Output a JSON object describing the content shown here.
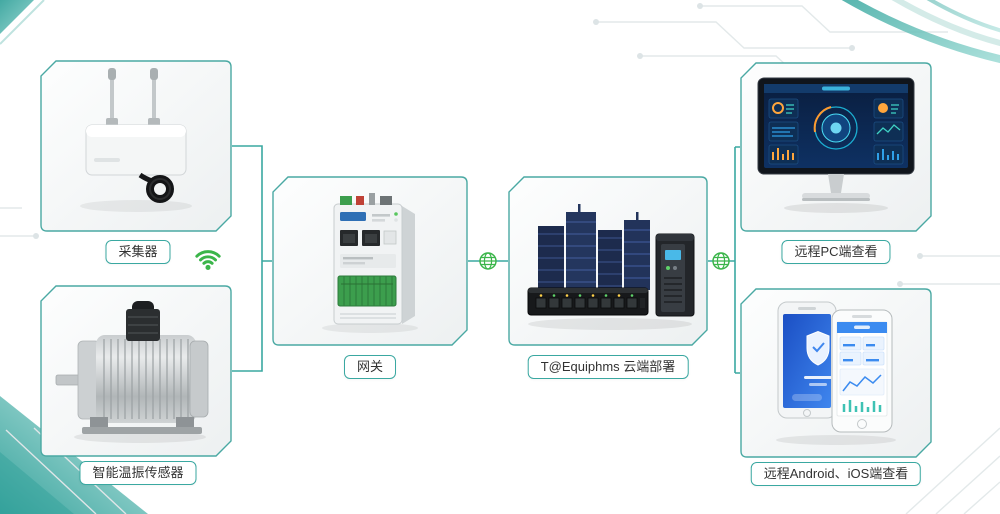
{
  "diagram": {
    "colors": {
      "accent": "#3aa8a1",
      "icon_green": "#3bb54a",
      "label_text": "#333333",
      "background": "#ffffff"
    },
    "nodes": {
      "collector": {
        "label": "采集器",
        "illustration": "wireless-collector-device"
      },
      "sensor": {
        "label": "智能温振传感器",
        "illustration": "electric-motor"
      },
      "gateway": {
        "label": "网关",
        "illustration": "industrial-gateway-device"
      },
      "cloud": {
        "label": "T@Equiphms 云端部署",
        "illustration": "server-rack-switch-ups"
      },
      "pc": {
        "label": "远程PC端查看",
        "illustration": "desktop-monitor-dashboard"
      },
      "mobile": {
        "label": "远程Android、iOS端查看",
        "illustration": "smartphones-app"
      }
    },
    "edges": [
      {
        "from": "collector",
        "to": "gateway"
      },
      {
        "from": "sensor",
        "to": "gateway"
      },
      {
        "from": "gateway",
        "to": "cloud",
        "via_icon": "network-globe-icon"
      },
      {
        "from": "cloud",
        "to": "pc",
        "via_icon": "network-globe-icon"
      },
      {
        "from": "cloud",
        "to": "mobile",
        "via_icon": "network-globe-icon"
      }
    ],
    "icons": {
      "wifi": "wifi-icon",
      "globe_gateway_cloud": "network-globe-icon",
      "globe_cloud_clients": "network-globe-icon"
    }
  }
}
